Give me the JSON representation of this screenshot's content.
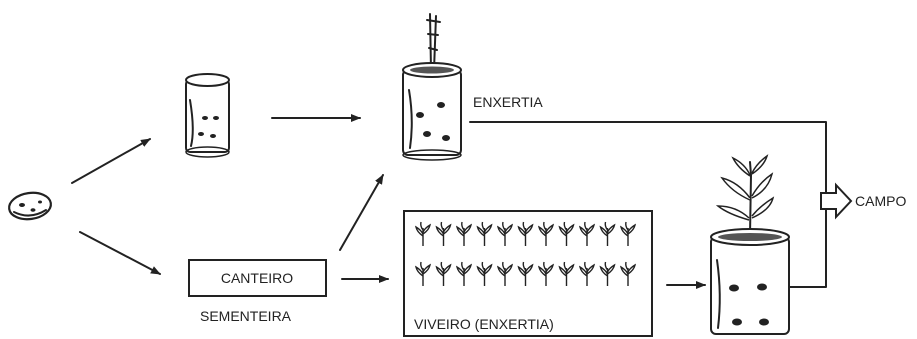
{
  "labels": {
    "enxertia": "ENXERTIA",
    "canteiro": "CANTEIRO",
    "sementeira": "SEMENTEIRA",
    "viveiro": "VIVEIRO (ENXERTIA)",
    "campo": "CAMPO"
  },
  "icons": {
    "seed": "seed-icon",
    "empty_bag": "plant-bag-icon",
    "grafted_bag": "grafted-seedling-bag-icon",
    "final_bag": "young-plant-bag-icon",
    "nursery": "seedling-rows-icon",
    "campo_arrow": "hollow-arrow-icon"
  },
  "viveiro_rows": [
    11,
    11
  ]
}
